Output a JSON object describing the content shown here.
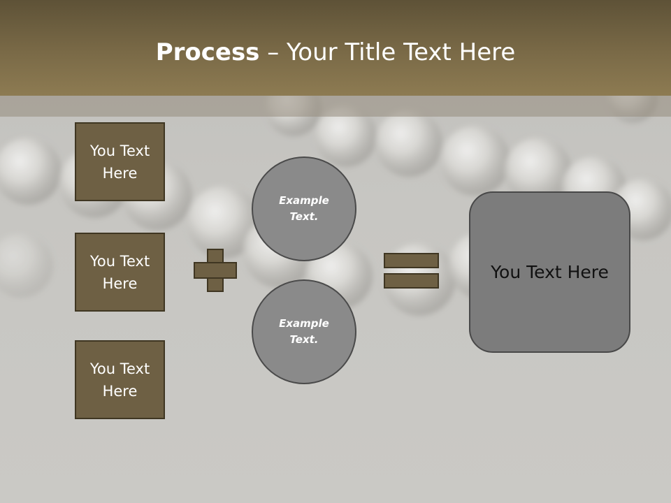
{
  "title": {
    "strong": "Process",
    "rest": " – Your Title Text Here"
  },
  "inputs": [
    {
      "label": "You Text Here"
    },
    {
      "label": "You Text Here"
    },
    {
      "label": "You Text Here"
    }
  ],
  "operands": [
    {
      "label": "Example Text."
    },
    {
      "label": "Example Text."
    }
  ],
  "operator_plus": "plus-icon",
  "operator_equals": "equals-icon",
  "result": {
    "label": "You Text Here"
  },
  "colors": {
    "header": "#7a6a47",
    "box_fill": "#6e6044",
    "circle_fill": "#8a8a8a",
    "result_fill": "#7c7c7c",
    "background": "#c7c6c2"
  }
}
